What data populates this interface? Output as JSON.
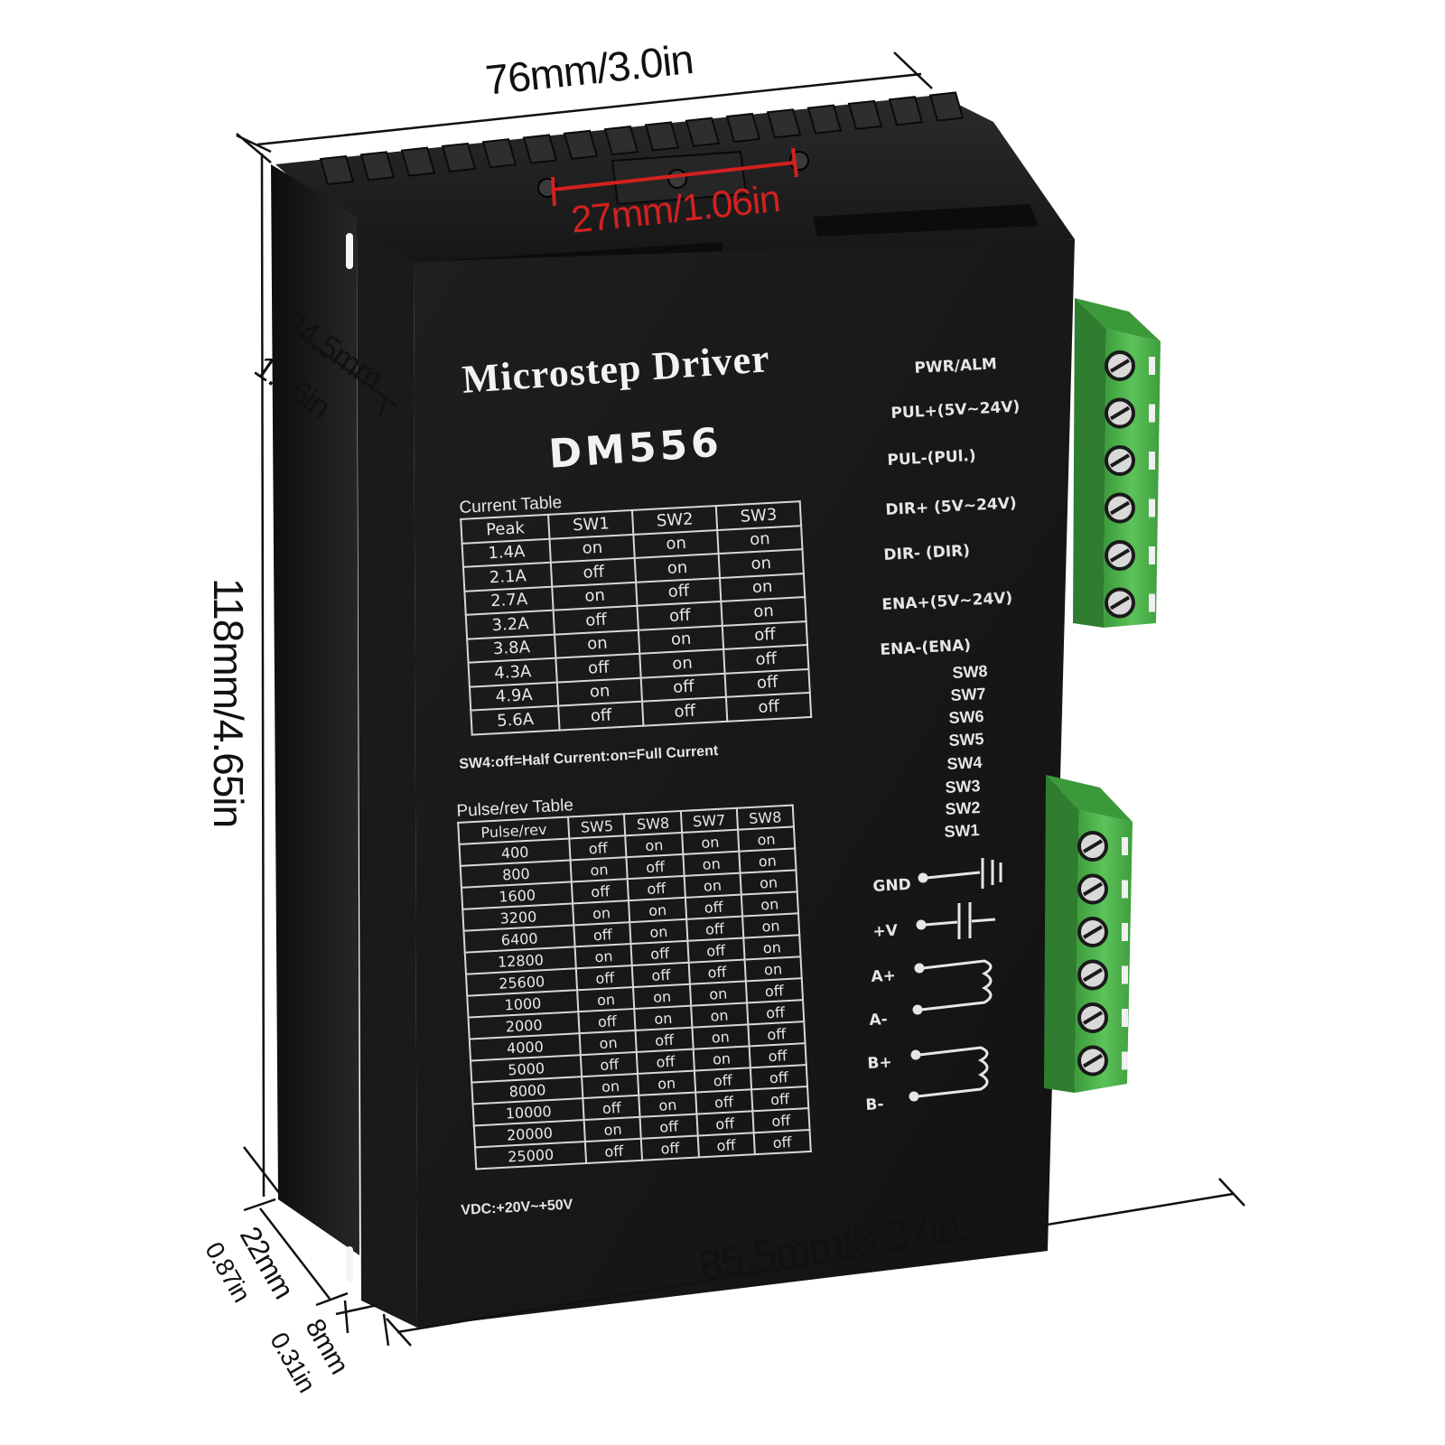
{
  "dimensions": {
    "width": "76mm/3.0in",
    "mount_hole_spacing": "27mm/1.06in",
    "depth_mm": "34.5mm",
    "depth_in": "1.36in",
    "height": "118mm/4.65in",
    "length": "85.5mm/3.37in",
    "flange_mm": "22mm",
    "flange_in": "0.87in",
    "tab_mm": "8mm",
    "tab_in": "0.31in"
  },
  "product": {
    "title": "Microstep Driver",
    "model": "DM556"
  },
  "current_table": {
    "caption": "Current  Table",
    "headers": [
      "Peak",
      "SW1",
      "SW2",
      "SW3"
    ],
    "rows": [
      [
        "1.4A",
        "on",
        "on",
        "on"
      ],
      [
        "2.1A",
        "off",
        "on",
        "on"
      ],
      [
        "2.7A",
        "on",
        "off",
        "on"
      ],
      [
        "3.2A",
        "off",
        "off",
        "on"
      ],
      [
        "3.8A",
        "on",
        "on",
        "off"
      ],
      [
        "4.3A",
        "off",
        "on",
        "off"
      ],
      [
        "4.9A",
        "on",
        "off",
        "off"
      ],
      [
        "5.6A",
        "off",
        "off",
        "off"
      ]
    ],
    "note": "SW4:off=Half Current:on=Full Current"
  },
  "pulse_table": {
    "caption": "Pulse/rev Table",
    "headers": [
      "Pulse/rev",
      "SW5",
      "SW8",
      "SW7",
      "SW8"
    ],
    "rows": [
      [
        "400",
        "off",
        "on",
        "on",
        "on"
      ],
      [
        "800",
        "on",
        "off",
        "on",
        "on"
      ],
      [
        "1600",
        "off",
        "off",
        "on",
        "on"
      ],
      [
        "3200",
        "on",
        "on",
        "off",
        "on"
      ],
      [
        "6400",
        "off",
        "on",
        "off",
        "on"
      ],
      [
        "12800",
        "on",
        "off",
        "off",
        "on"
      ],
      [
        "25600",
        "off",
        "off",
        "off",
        "on"
      ],
      [
        "1000",
        "on",
        "on",
        "on",
        "off"
      ],
      [
        "2000",
        "off",
        "on",
        "on",
        "off"
      ],
      [
        "4000",
        "on",
        "off",
        "on",
        "off"
      ],
      [
        "5000",
        "off",
        "off",
        "on",
        "off"
      ],
      [
        "8000",
        "on",
        "on",
        "off",
        "off"
      ],
      [
        "10000",
        "off",
        "on",
        "off",
        "off"
      ],
      [
        "20000",
        "on",
        "off",
        "off",
        "off"
      ],
      [
        "25000",
        "off",
        "off",
        "off",
        "off"
      ]
    ],
    "vdc": "VDC:+20V~+50V"
  },
  "signal_pins": [
    "PWR/ALM",
    "PUL+(5V~24V)",
    "PUL-(PUl.)",
    "DIR+ (5V~24V)",
    "DIR- (DIR)",
    "ENA+(5V~24V)",
    "ENA-(ENA)"
  ],
  "switches": [
    "SW8",
    "SW7",
    "SW6",
    "SW5",
    "SW4",
    "SW3",
    "SW2",
    "SW1"
  ],
  "power_pins": [
    "GND",
    "+V",
    "A+",
    "A-",
    "B+",
    "B-"
  ],
  "colors": {
    "body": "#1b1b1b",
    "terminal_green": "#4cb14a",
    "dimension_red": "#d42020"
  }
}
